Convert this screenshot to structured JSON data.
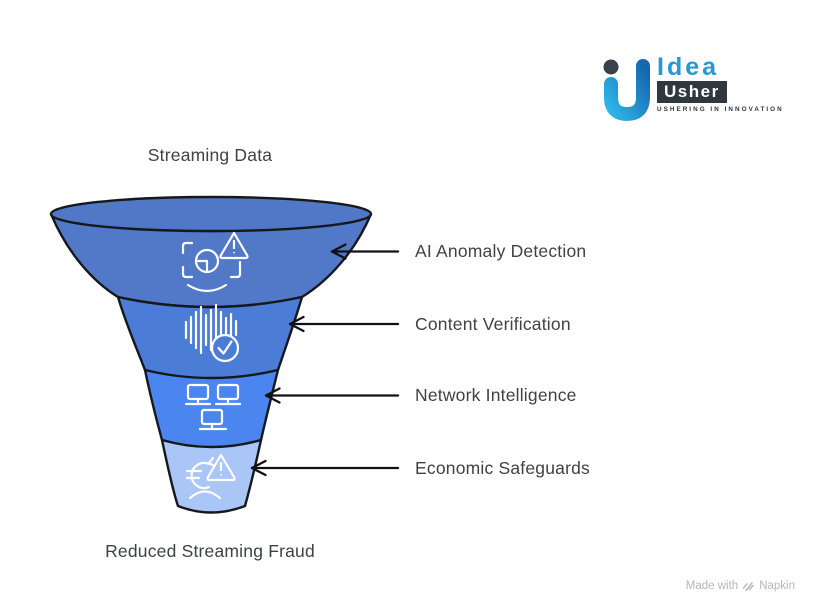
{
  "logo": {
    "idea": "Idea",
    "usher": "Usher",
    "tagline": "USHERING IN INNOVATION",
    "accent_blue": "#2499d5",
    "dark": "#2f373f"
  },
  "funnel": {
    "input_label": "Streaming Data",
    "output_label": "Reduced Streaming Fraud",
    "top_color": "#5178c7",
    "outline_color": "#15181c",
    "arrow_color": "#101114",
    "icon_color": "#ffffff",
    "stages": [
      {
        "label": "AI Anomaly Detection",
        "icon": "face-scan-warning-icon",
        "color": "#5179c8"
      },
      {
        "label": "Content Verification",
        "icon": "waveform-check-icon",
        "color": "#4b7dd7"
      },
      {
        "label": "Network Intelligence",
        "icon": "network-workstations-icon",
        "color": "#4b86f0"
      },
      {
        "label": "Economic Safeguards",
        "icon": "currency-warning-icon",
        "color": "#aac6f6"
      }
    ]
  },
  "watermark": {
    "prefix": "Made with",
    "brand": "Napkin"
  }
}
